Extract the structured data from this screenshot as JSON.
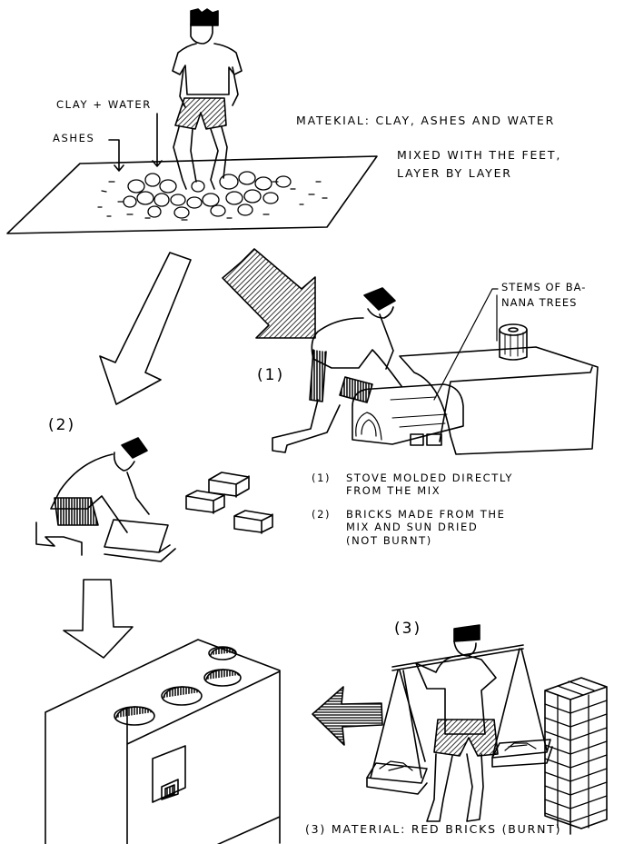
{
  "figure": {
    "step_mixing": {
      "label_clay_water": "CLAY + WATER",
      "label_ashes": "ASHES",
      "material_line": "MATEKIAL: CLAY, ASHES AND WATER",
      "method_line1": "MIXED WITH THE FEET,",
      "method_line2": "LAYER BY LAYER"
    },
    "step1": {
      "number": "(1)",
      "label_stems_line1": "STEMS OF BA-",
      "label_stems_line2": "NANA TREES"
    },
    "step2": {
      "number": "(2)"
    },
    "step3": {
      "number": "(3)",
      "caption": "(3) MATERIAL: RED BRICKS (BURNT)"
    },
    "notes": [
      {
        "key": "(1)",
        "lines": [
          "STOVE MOLDED DIRECTLY",
          "FROM THE  MIX"
        ]
      },
      {
        "key": "(2)",
        "lines": [
          "BRICKS MADE FROM THE",
          "MIX AND SUN DRIED",
          "(NOT BURNT)"
        ]
      }
    ]
  }
}
